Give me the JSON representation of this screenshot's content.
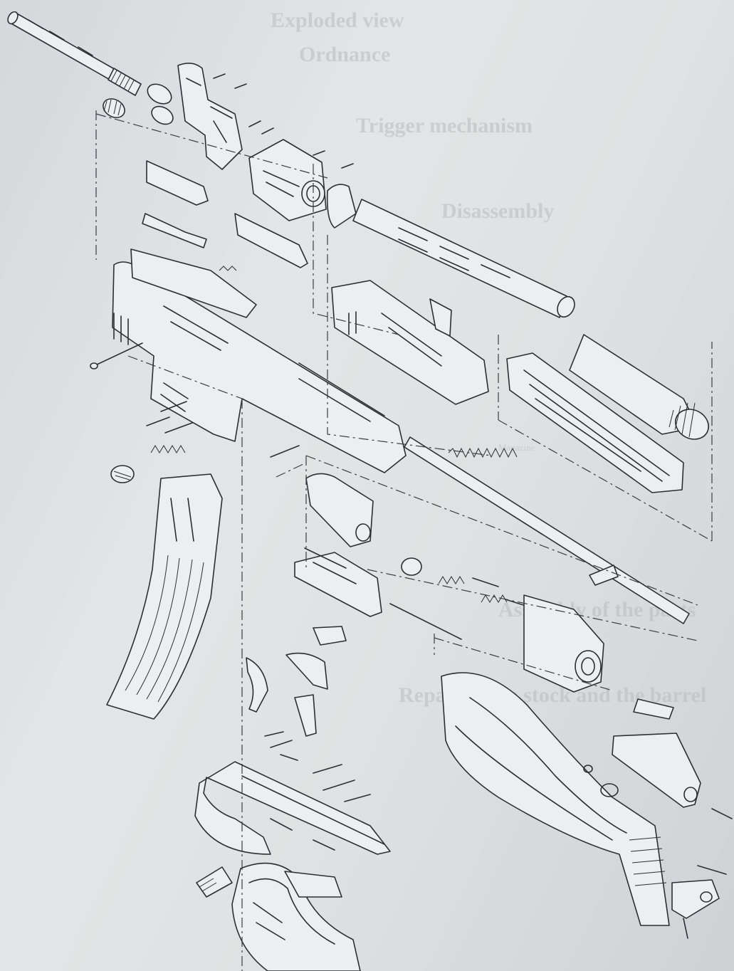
{
  "show_through_text": {
    "lines": [
      "Exploded view",
      "Ordnance",
      "Trigger mechanism",
      "Disassembly",
      "Magazine",
      "Assembly of the parts",
      "Repair of the stock and the barrel"
    ]
  },
  "diagram": {
    "parts": [
      "barrel",
      "muzzle-nut",
      "front-sight",
      "sight-pins",
      "gas-cylinder",
      "handguard-tube",
      "upper-handguard",
      "lower-handguard",
      "receiver",
      "bolt-carrier",
      "bolt",
      "recoil-spring-rod",
      "magazine",
      "trigger-group",
      "trigger-housing",
      "pistol-grip",
      "buttstock",
      "butt-plate",
      "stock-cap",
      "rear-sight",
      "screws",
      "springs"
    ]
  }
}
